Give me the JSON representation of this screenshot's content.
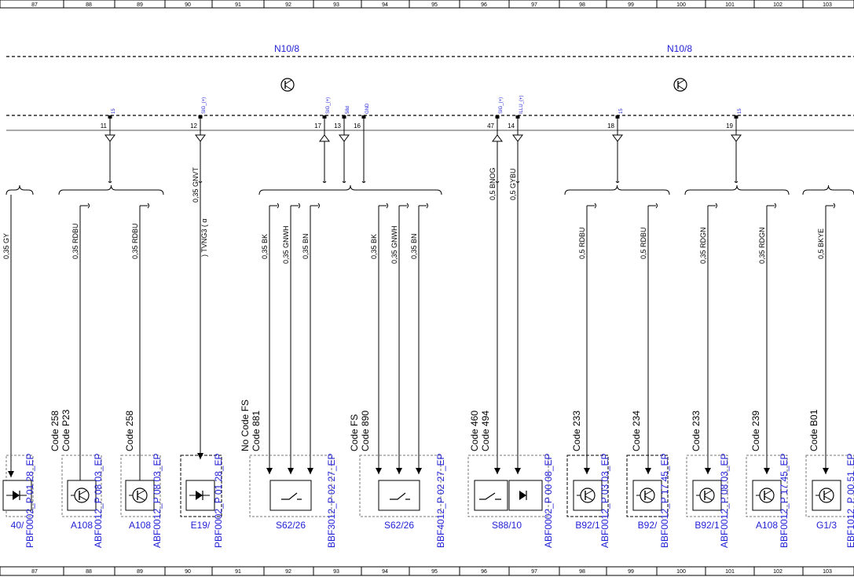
{
  "ruler": {
    "cells": [
      "87",
      "88",
      "89",
      "90",
      "91",
      "92",
      "93",
      "94",
      "95",
      "96",
      "97",
      "98",
      "99",
      "100",
      "101",
      "102",
      "103"
    ]
  },
  "modules": {
    "left": "N10/8",
    "right": "N10/8"
  },
  "pins": [
    {
      "num": "11",
      "signal": "15",
      "dir": "in"
    },
    {
      "num": "12",
      "signal": "SIG_(+)",
      "dir": "in"
    },
    {
      "num": "17",
      "signal": "SIG_(+)",
      "dir": "out"
    },
    {
      "num": "13",
      "signal": "58d",
      "dir": "in"
    },
    {
      "num": "16",
      "signal": "GND",
      "dir": "none"
    },
    {
      "num": "47",
      "signal": "SIG_(+)",
      "dir": "out"
    },
    {
      "num": "14",
      "signal": "ILLU_(+)",
      "dir": "in"
    },
    {
      "num": "18",
      "signal": "15",
      "dir": "in"
    },
    {
      "num": "19",
      "signal": "15",
      "dir": "in"
    }
  ],
  "wires": [
    {
      "label": "0,35 GY"
    },
    {
      "label": "0,35 RDBU"
    },
    {
      "label": "0,35 RDBU"
    },
    {
      "label": "0,35 GNVT"
    },
    {
      "label": ") TVNG3 ( α"
    },
    {
      "label": "0,35 BK"
    },
    {
      "label": "0,35 GNWH"
    },
    {
      "label": "0,35 BN"
    },
    {
      "label": "0,35 BK"
    },
    {
      "label": "0,35 GNWH"
    },
    {
      "label": "0,35 BN"
    },
    {
      "label": "0,5 BNOG"
    },
    {
      "label": "0,5 GYBU"
    },
    {
      "label": "0,5 RDBU"
    },
    {
      "label": "0,5 RDBU"
    },
    {
      "label": "0,35 RDGN"
    },
    {
      "label": "0,35 RDGN"
    },
    {
      "label": "0,5 BKYE"
    }
  ],
  "components": [
    {
      "codes": [],
      "ref": "PBF0002_P 01 28_EP",
      "name": "40/"
    },
    {
      "codes": [
        "Code 258",
        "Code P23"
      ],
      "ref": "ABF0012_P 08 03_EP",
      "name": "A108"
    },
    {
      "codes": [
        "Code 258"
      ],
      "ref": "ABF0012_P 08 03_EP",
      "name": "A108"
    },
    {
      "codes": [],
      "ref": "PBF0002_P 01 28_EP",
      "name": "E19/"
    },
    {
      "codes": [
        "No Code FS",
        "Code 881"
      ],
      "ref": "BBF3012_P 02 27_EP",
      "name": "S62/26"
    },
    {
      "codes": [
        "Code FS",
        "Code 890"
      ],
      "ref": "BBF4012_P 02 27_EP",
      "name": "S62/26"
    },
    {
      "codes": [
        "Code 460",
        "Code 494"
      ],
      "ref": "ABF0002_P 00 08_EP",
      "name": "S88/10"
    },
    {
      "codes": [
        "Code 233"
      ],
      "ref": "ABF0012_P 03 03_EP",
      "name": "B92/1"
    },
    {
      "codes": [
        "Code 234"
      ],
      "ref": "BBF0012_P 17 45_EP",
      "name": "B92/"
    },
    {
      "codes": [
        "Code 233"
      ],
      "ref": "ABF0012_P 08 03_EP",
      "name": "B92/1"
    },
    {
      "codes": [
        "Code 239"
      ],
      "ref": "BBF0012_P 17 45_EP",
      "name": "A108"
    },
    {
      "codes": [
        "Code B01"
      ],
      "ref": "EBF1012_P 00 51_EP",
      "name": "G1/3"
    }
  ]
}
